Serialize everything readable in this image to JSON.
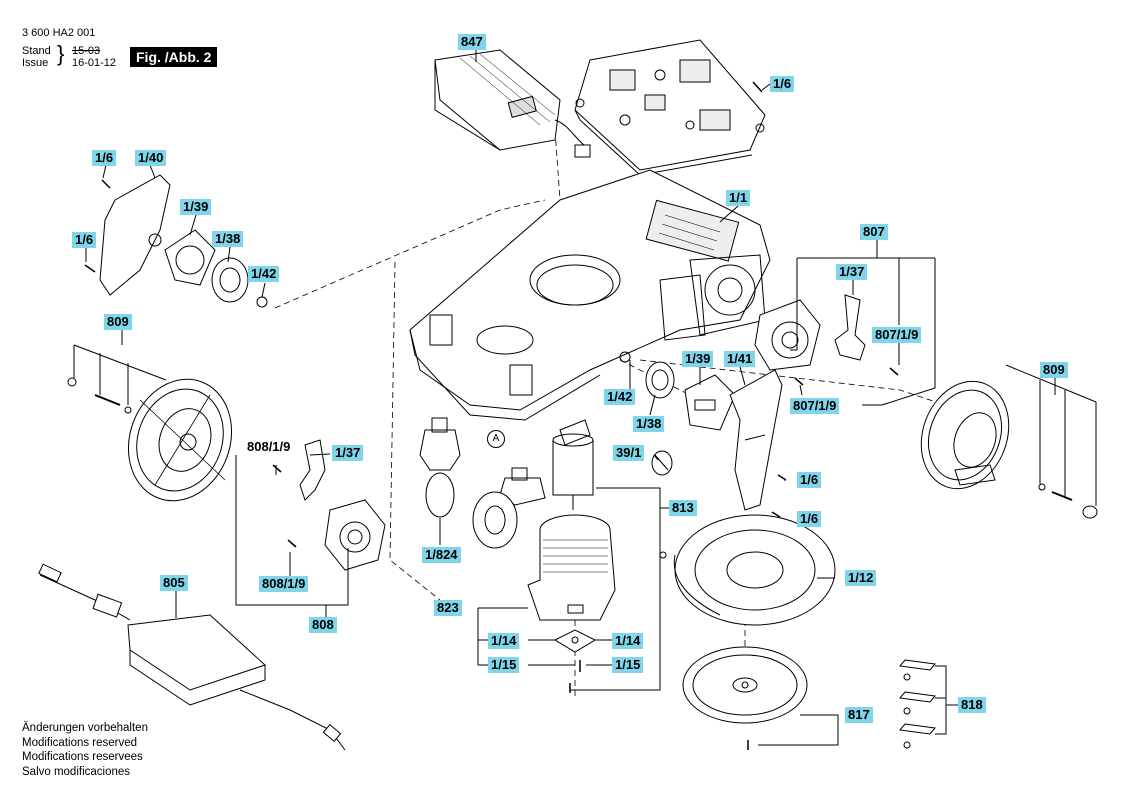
{
  "header": {
    "doc_number": "3 600 HA2 001",
    "stand_label": "Stand",
    "issue_label": "Issue",
    "stand_value": "15-03",
    "issue_value": "16-01-12",
    "figure_label": "Fig. /Abb. 2"
  },
  "footer": {
    "lines": [
      "Änderungen vorbehalten",
      "Modifications reserved",
      "Modifications reservees",
      "Salvo modificaciones"
    ]
  },
  "callout_letter": "A",
  "labels": [
    "847",
    "1/6",
    "1/6",
    "1/40",
    "1/39",
    "1/6",
    "1/38",
    "1/42",
    "1/1",
    "807",
    "1/37",
    "807/1/9",
    "807/1/9",
    "809",
    "809",
    "1/39",
    "1/41",
    "1/42",
    "1/38",
    "39/1",
    "808/1/9",
    "1/37",
    "808/1/9",
    "808",
    "1/824",
    "813",
    "1/6",
    "1/6",
    "805",
    "1/12",
    "823",
    "1/14",
    "1/14",
    "1/15",
    "1/15",
    "817",
    "818"
  ],
  "colors": {
    "label_bg": "#7fd6ea",
    "ink": "#000000",
    "figure_box": "#000000"
  }
}
